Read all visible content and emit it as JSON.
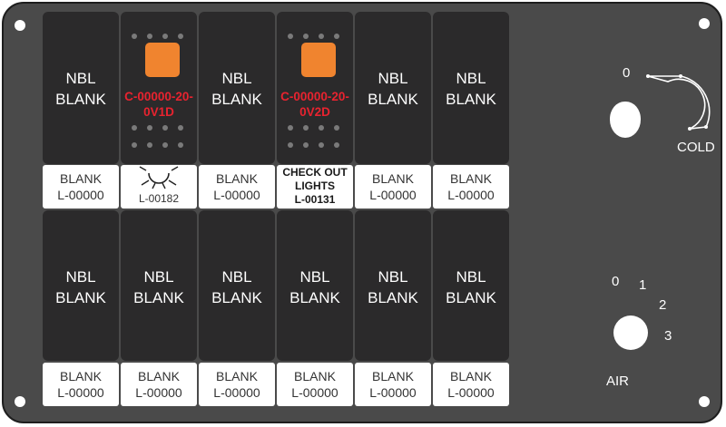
{
  "switches": {
    "nbl_line1": "NBL",
    "nbl_line2": "BLANK",
    "lamp1_code_line1": "C-00000-20-",
    "lamp1_code_line2": "0V1D",
    "lamp2_code_line1": "C-00000-20-",
    "lamp2_code_line2": "0V2D",
    "lamp_color": "#f0842f",
    "code_color": "#e8232f"
  },
  "labels": {
    "blank_line1": "BLANK",
    "blank_line2": "L-00000",
    "light_icon_label": "L-00182",
    "check_line1": "CHECK OUT",
    "check_line2": "LIGHTS",
    "check_line3": "L-00131"
  },
  "temp_control": {
    "zero": "0",
    "cold": "COLD"
  },
  "air_control": {
    "pos0": "0",
    "pos1": "1",
    "pos2": "2",
    "pos3": "3",
    "title": "AIR"
  },
  "icons": {
    "light": "light-burst-icon"
  }
}
